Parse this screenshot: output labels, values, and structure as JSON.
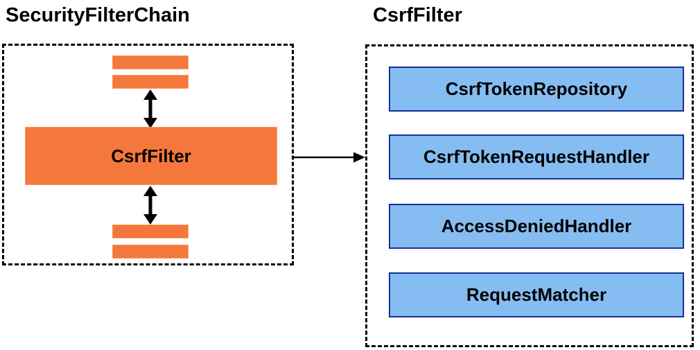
{
  "left_panel": {
    "title": "SecurityFilterChain",
    "filter_label": "CsrfFilter"
  },
  "right_panel": {
    "title": "CsrfFilter",
    "components": [
      "CsrfTokenRepository",
      "CsrfTokenRequestHandler",
      "AccessDeniedHandler",
      "RequestMatcher"
    ]
  },
  "colors": {
    "orange_fill": "#F4783C",
    "orange_border": "#F6995F",
    "blue_fill": "#85BDF2",
    "blue_border": "#16309C",
    "shadow_dark": "#9B9B9B",
    "shadow_light": "#DEDEDE",
    "outline": "#000000"
  }
}
